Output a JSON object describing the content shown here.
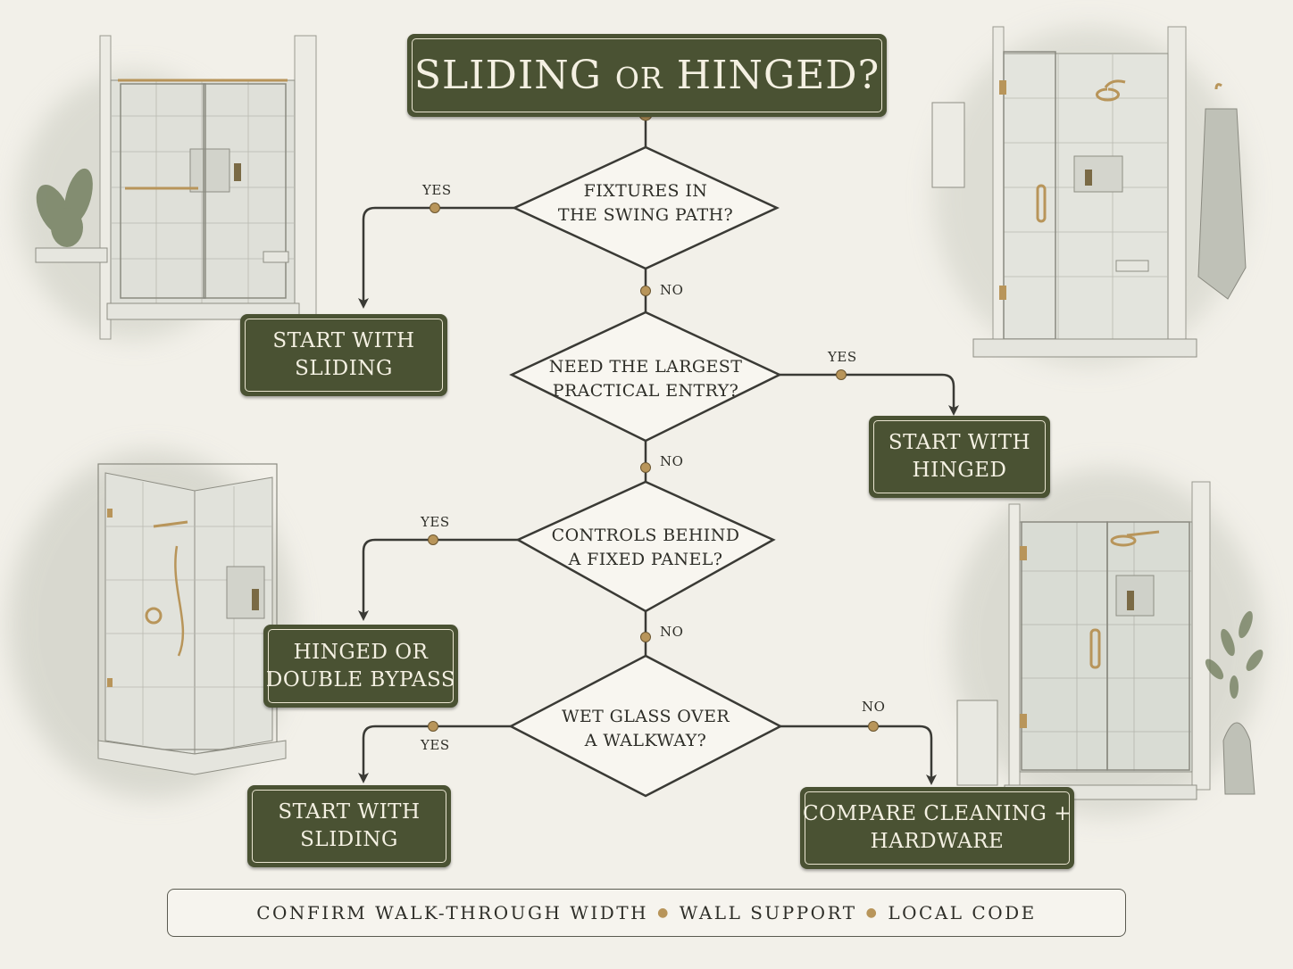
{
  "title": {
    "main_1": "SLIDING",
    "small": "OR",
    "main_2": "HINGED?"
  },
  "questions": {
    "q1": "FIXTURES IN\nTHE SWING PATH?",
    "q2": "NEED THE LARGEST\nPRACTICAL ENTRY?",
    "q3": "CONTROLS BEHIND\nA FIXED PANEL?",
    "q4": "WET GLASS OVER\nA WALKWAY?"
  },
  "outcomes": {
    "o1": "START WITH\nSLIDING",
    "o2": "START WITH\nHINGED",
    "o3": "HINGED OR\nDOUBLE BYPASS",
    "o4": "START WITH\nSLIDING",
    "o5": "COMPARE CLEANING +\nHARDWARE"
  },
  "edge_labels": {
    "q1_yes": "YES",
    "q1_no": "NO",
    "q2_yes": "YES",
    "q2_no": "NO",
    "q3_yes": "YES",
    "q3_no": "NO",
    "q4_yes": "YES",
    "q4_no": "NO"
  },
  "footer": {
    "item_1": "CONFIRM WALK-THROUGH WIDTH",
    "item_2": "WALL SUPPORT",
    "item_3": "LOCAL CODE"
  },
  "colors": {
    "box_fill": "#4a5233",
    "box_text": "#f4f0e2",
    "connector": "#3a3a35",
    "node_dot": "#b8955a",
    "background": "#f2f0e9"
  }
}
